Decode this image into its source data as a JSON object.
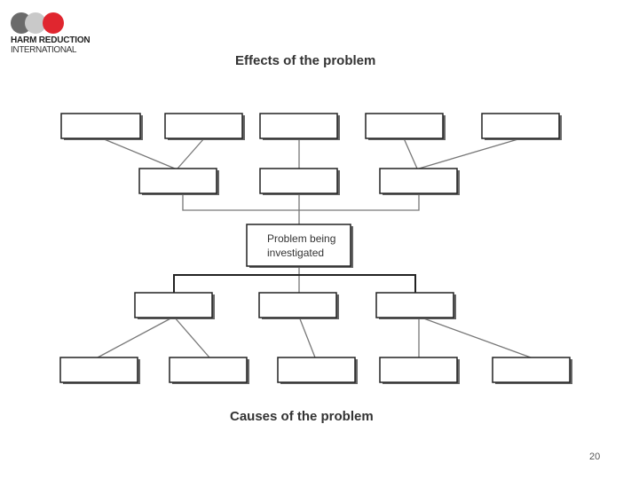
{
  "logo": {
    "name": "HARM REDUCTION",
    "sub": "INTERNATIONAL",
    "colors": [
      "#6b6b6b",
      "#c9c9c9",
      "#e0262f"
    ]
  },
  "headings": {
    "effects": "Effects of the problem",
    "causes": "Causes of the problem"
  },
  "center": {
    "line1": "Problem being",
    "line2": "investigated"
  },
  "page_number": "20"
}
